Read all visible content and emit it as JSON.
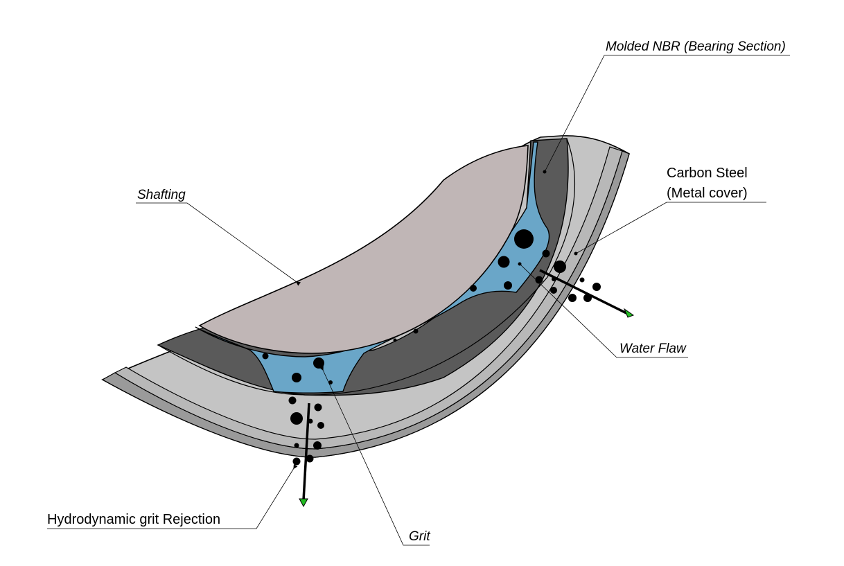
{
  "diagram": {
    "labels": {
      "molded_nbr": "Molded NBR (Bearing Section)",
      "carbon_steel_line1": "Carbon Steel",
      "carbon_steel_line2": "(Metal cover)",
      "shafting": "Shafting",
      "water_flaw": "Water Flaw",
      "hydrodynamic": "Hydrodynamic grit Rejection",
      "grit": "Grit"
    },
    "colors": {
      "shaft": "#c0b6b6",
      "water": "#6aa6c8",
      "nbr": "#5a5a5a",
      "steel": "#c4c4c4",
      "steel_band": "#9a9a9a",
      "arrow_head": "#22bb22",
      "outline": "#000000"
    },
    "icons": {
      "flow_arrow": "arrow-icon",
      "grit_particle": "dot-icon"
    }
  }
}
